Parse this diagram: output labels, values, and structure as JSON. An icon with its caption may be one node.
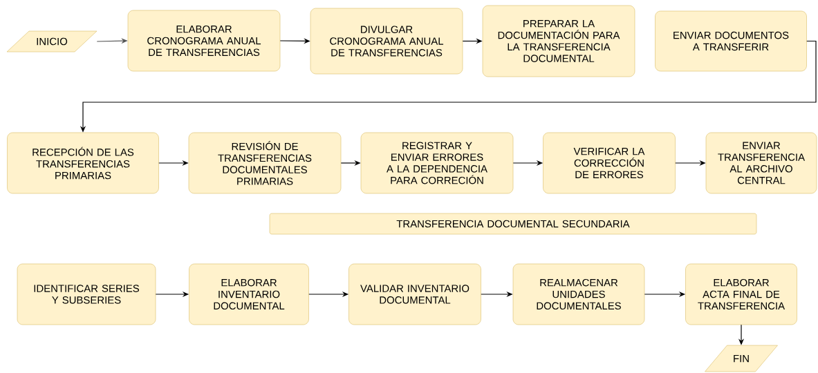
{
  "diagram": {
    "nodes": [
      {
        "text": [
          "INICIO"
        ]
      },
      {
        "text": [
          "ELABORAR CRONOGRAMA ANUAL DE TRANSFERENCIAS"
        ]
      },
      {
        "text": [
          "DIVULGAR CRONOGRAMA ANUAL DE TRANSFERENCIAS"
        ]
      },
      {
        "text": [
          "PREPARAR LA DOCUMENTACIÓN PARA LA TRANSFERENCIA DOCUMENTAL"
        ]
      },
      {
        "text": [
          "ENVIAR DOCUMENTOS A TRANSFERIR"
        ]
      },
      {
        "text": [
          "RECEPCIÓN  DE LAS TRANSFERENCIAS PRIMARIAS"
        ]
      },
      {
        "text": [
          "REVISIÓN  DE TRANSFERENCIAS DOCUMENTALES PRIMARIAS"
        ]
      },
      {
        "text": [
          "REGISTRAR  Y ENVIAR ERRORES A LA DEPENDENCIA PARA CORRECIÓN"
        ]
      },
      {
        "text": [
          "VERIFICAR  LA CORRECCIÓN DE ERRORES"
        ]
      },
      {
        "text": [
          "ENVIAR TRANSFERENCIA AL ARCHIVO CENTRAL"
        ]
      },
      {
        "text": [
          "TRANSFERENCIA  DOCUMENTAL SECUNDARIA"
        ]
      },
      {
        "text": [
          "IDENTIFICAR SERIES  Y SUBSERIES"
        ]
      },
      {
        "text": [
          "ELABORAR INVENTARIO DOCUMENTAL"
        ]
      },
      {
        "text": [
          "VALIDAR INVENTARIO DOCUMENTAL"
        ]
      },
      {
        "text": [
          "REALMACENAR UNIDADES DOCUMENTALES"
        ]
      },
      {
        "text": [
          "ELABORAR  ACTA FINAL DE TRANSFERENCIA"
        ]
      },
      {
        "text": [
          "FIN"
        ]
      }
    ],
    "edges": [
      {
        "from": 0,
        "to": 1,
        "arrow": "to",
        "color": "#555555"
      },
      {
        "from": 1,
        "to": 2,
        "arrow": "to"
      },
      {
        "from": 2,
        "to": 3,
        "arrow": "to"
      },
      {
        "from": 4,
        "to": 5,
        "arrow": "to"
      },
      {
        "from": 5,
        "to": 6,
        "arrow": "to"
      },
      {
        "from": 6,
        "to": 7,
        "arrow": "to"
      },
      {
        "from": 7,
        "to": 8,
        "arrow": "to"
      },
      {
        "from": 8,
        "to": 9,
        "arrow": "to"
      },
      {
        "from": 11,
        "to": 12,
        "arrow": "to"
      },
      {
        "from": 12,
        "to": 13,
        "arrow": "to"
      },
      {
        "from": 13,
        "to": 14,
        "arrow": "to"
      },
      {
        "from": 14,
        "to": 15,
        "arrow": "to"
      },
      {
        "from": 15,
        "to": 16,
        "arrow": "to"
      }
    ]
  }
}
